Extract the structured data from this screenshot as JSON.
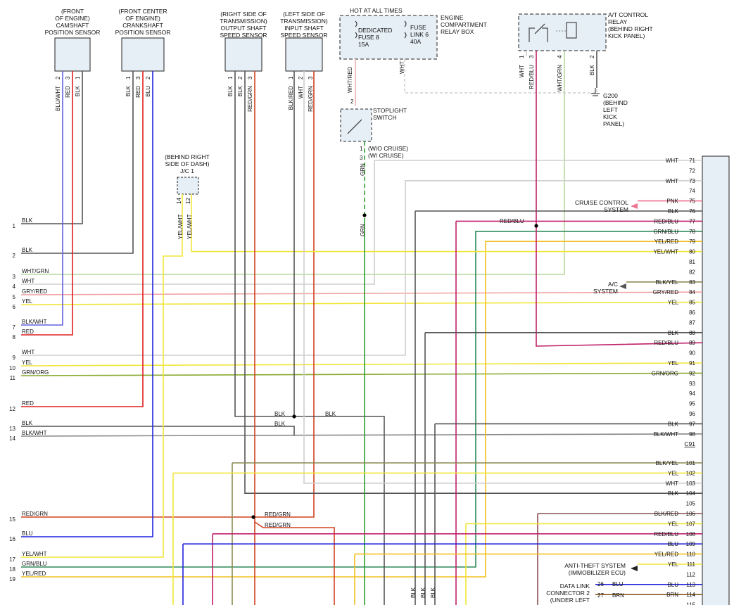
{
  "components": {
    "cam_sensor": [
      "(FRONT",
      "OF ENGINE)",
      "CAMSHAFT",
      "POSITION SENSOR"
    ],
    "crank_sensor": [
      "(FRONT CENTER",
      "OF ENGINE)",
      "CRANKSHAFT",
      "POSITION SENSOR"
    ],
    "output_sensor": [
      "(RIGHT SIDE OF",
      "TRANSMISSION)",
      "OUTPUT SHAFT",
      "SPEED SENSOR"
    ],
    "input_sensor": [
      "(LEFT SIDE OF",
      "TRANSMISSION)",
      "INPUT SHAFT",
      "SPEED SENSOR"
    ],
    "hot_at_all_times": "HOT AT ALL TIMES",
    "fuse8": [
      "DEDICATED",
      "FUSE 8",
      "15A"
    ],
    "fuse_link": [
      "FUSE",
      "LINK 6",
      "40A"
    ],
    "relay_box": [
      "ENGINE",
      "COMPARTMENT",
      "RELAY BOX"
    ],
    "ac_relay": [
      "A/T CONTROL",
      "RELAY",
      "(BEHIND RIGHT",
      "KICK PANEL)"
    ],
    "g200": [
      "G200",
      "(BEHIND",
      "LEFT",
      "KICK",
      "PANEL)"
    ],
    "stoplight": [
      "STOPLIGHT",
      "SWITCH"
    ],
    "stop_notes": [
      "(W/O CRUISE)",
      "(W/ CRUISE)"
    ],
    "jc1": [
      "(BEHIND RIGHT",
      "SIDE OF DASH)",
      "J/C 1"
    ],
    "cruise": [
      "CRUISE CONTROL",
      "SYSTEM"
    ],
    "ac_system": [
      "A/C",
      "SYSTEM"
    ],
    "antitheft": [
      "ANTI-THEFT SYSTEM",
      "(IMMOBILIZER ECU)"
    ],
    "dlc": [
      "DATA LINK",
      "CONNECTOR 2",
      "(UNDER LEFT"
    ],
    "connector_label": "C91"
  },
  "left_pins": [
    {
      "n": "1",
      "wire": "BLK"
    },
    {
      "n": "2",
      "wire": "BLK"
    },
    {
      "n": "3",
      "wire": "WHT/GRN"
    },
    {
      "n": "4",
      "wire": "WHT"
    },
    {
      "n": "5",
      "wire": "GRY/RED"
    },
    {
      "n": "6",
      "wire": "YEL"
    },
    {
      "n": "7",
      "wire": "BLK/WHT"
    },
    {
      "n": "8",
      "wire": "RED"
    },
    {
      "n": "9",
      "wire": "WHT"
    },
    {
      "n": "10",
      "wire": "YEL"
    },
    {
      "n": "11",
      "wire": "GRN/ORG"
    },
    {
      "n": "12",
      "wire": "RED"
    },
    {
      "n": "13",
      "wire": "BLK"
    },
    {
      "n": "14",
      "wire": "BLK/WHT"
    },
    {
      "n": "15",
      "wire": "RED/GRN"
    },
    {
      "n": "16",
      "wire": "BLU"
    },
    {
      "n": "17",
      "wire": "YEL/WHT"
    },
    {
      "n": "18",
      "wire": "GRN/BLU"
    },
    {
      "n": "19",
      "wire": "YEL/RED"
    }
  ],
  "right_pins": [
    {
      "n": "71",
      "wire": "WHT"
    },
    {
      "n": "72",
      "wire": ""
    },
    {
      "n": "73",
      "wire": "WHT"
    },
    {
      "n": "74",
      "wire": ""
    },
    {
      "n": "75",
      "wire": "PNK"
    },
    {
      "n": "76",
      "wire": "BLK"
    },
    {
      "n": "77",
      "wire": "RED/BLU"
    },
    {
      "n": "78",
      "wire": "GRN/BLU"
    },
    {
      "n": "79",
      "wire": "YEL/RED"
    },
    {
      "n": "80",
      "wire": "YEL/WHT"
    },
    {
      "n": "81",
      "wire": ""
    },
    {
      "n": "82",
      "wire": ""
    },
    {
      "n": "83",
      "wire": "BLK/YEL"
    },
    {
      "n": "84",
      "wire": "GRY/RED"
    },
    {
      "n": "85",
      "wire": "YEL"
    },
    {
      "n": "86",
      "wire": ""
    },
    {
      "n": "87",
      "wire": ""
    },
    {
      "n": "88",
      "wire": "BLK"
    },
    {
      "n": "89",
      "wire": "RED/BLU"
    },
    {
      "n": "90",
      "wire": ""
    },
    {
      "n": "91",
      "wire": "YEL"
    },
    {
      "n": "92",
      "wire": "GRN/ORG"
    },
    {
      "n": "93",
      "wire": ""
    },
    {
      "n": "94",
      "wire": ""
    },
    {
      "n": "95",
      "wire": ""
    },
    {
      "n": "96",
      "wire": ""
    },
    {
      "n": "97",
      "wire": "BLK"
    },
    {
      "n": "98",
      "wire": "BLK/WHT"
    },
    {
      "n": "101",
      "wire": "BLK/YEL"
    },
    {
      "n": "102",
      "wire": "YEL"
    },
    {
      "n": "103",
      "wire": "WHT"
    },
    {
      "n": "104",
      "wire": "BLK"
    },
    {
      "n": "105",
      "wire": ""
    },
    {
      "n": "106",
      "wire": "BLK/RED"
    },
    {
      "n": "107",
      "wire": "YEL"
    },
    {
      "n": "108",
      "wire": "RED/BLU"
    },
    {
      "n": "109",
      "wire": "BLU"
    },
    {
      "n": "110",
      "wire": "YEL/RED"
    },
    {
      "n": "111",
      "wire": "YEL"
    },
    {
      "n": "112",
      "wire": ""
    },
    {
      "n": "113",
      "wire": "BLU"
    },
    {
      "n": "114",
      "wire": "BRN"
    },
    {
      "n": "115",
      "wire": ""
    }
  ],
  "sensor_pins": {
    "cam": [
      {
        "n": "2",
        "w": "BLU/WHT"
      },
      {
        "n": "3",
        "w": "RED"
      },
      {
        "n": "1",
        "w": "BLK"
      }
    ],
    "crank": [
      {
        "n": "1",
        "w": "BLK"
      },
      {
        "n": "3",
        "w": "RED"
      },
      {
        "n": "2",
        "w": "BLU"
      }
    ],
    "output": [
      {
        "n": "1",
        "w": "BLK"
      },
      {
        "n": "2",
        "w": "BLK"
      },
      {
        "n": "3",
        "w": "RED/GRN"
      }
    ],
    "input": [
      {
        "n": "1",
        "w": "BLK/RED"
      },
      {
        "n": "2",
        "w": "WHT"
      },
      {
        "n": "3",
        "w": "RED/GRN"
      }
    ],
    "relay": [
      {
        "n": "1",
        "w": "WHT"
      },
      {
        "n": "3",
        "w": "RED/BLU"
      },
      {
        "n": "4",
        "w": "WHT/GRN"
      },
      {
        "n": "2",
        "w": "BLK"
      }
    ]
  },
  "misc_labels": {
    "wht_red": "WHT/RED",
    "wht": "WHT",
    "grn": "GRN",
    "yel_wht": "YEL/WHT",
    "stop_pin2": "2",
    "stop_pin1": "1",
    "stop_pin3": "3",
    "jc_14": "14",
    "jc_12": "12",
    "red_blu_77": "RED/BLU",
    "blk_13a": "BLK",
    "blk_13b": "BLK",
    "blk_13c": "BLK",
    "red_grn_a": "RED/GRN",
    "red_grn_b": "RED/GRN",
    "blk_bottom": "BLK",
    "dlc_26": "26",
    "dlc_27": "27",
    "dlc_blu": "BLU",
    "dlc_brn": "BRN"
  },
  "colors": {
    "BLK": "#555555",
    "WHT": "#cfcfcf",
    "RED": "#e02020",
    "BLU": "#2222dd",
    "YEL": "#f2e63a",
    "GRN": "#30a030",
    "PNK": "#f07090",
    "GRY/RED": "#f0a0a0",
    "RED/BLU": "#c0206a",
    "GRN/BLU": "#2e8a5a",
    "YEL/RED": "#f2c020",
    "YEL/WHT": "#f2e63a",
    "WHT/GRN": "#b8d8a0",
    "BLK/WHT": "#888888",
    "GRN/ORG": "#8aaa30",
    "RED/GRN": "#d04020",
    "BLK/YEL": "#8a8a50",
    "BLK/RED": "#8a5050",
    "BRN": "#8a5a20",
    "BLU/WHT": "#6060e0",
    "WHT/RED": "#f0b0b0"
  }
}
